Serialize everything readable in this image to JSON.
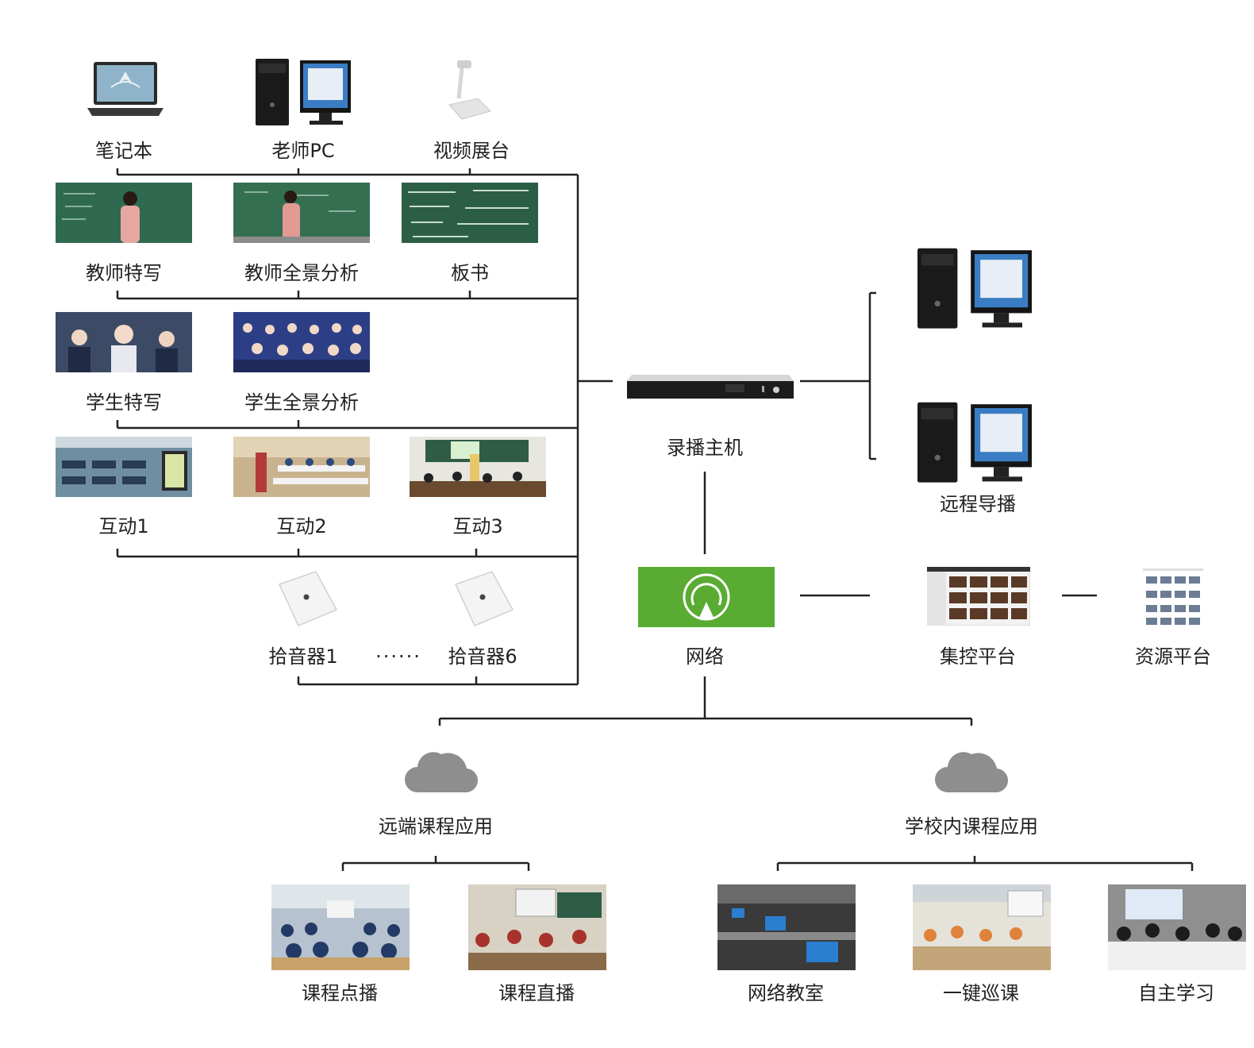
{
  "colors": {
    "line": "#222222",
    "network_green": "#5aab32",
    "cloud": "#8e8e8e",
    "chalkboard": "#2f6a50"
  },
  "sources": {
    "devices": [
      {
        "label": "笔记本",
        "icon": "laptop-icon"
      },
      {
        "label": "老师PC",
        "icon": "desktop-pc-icon"
      },
      {
        "label": "视频展台",
        "icon": "document-camera-icon"
      }
    ],
    "teacher_cams": [
      {
        "label": "教师特写"
      },
      {
        "label": "教师全景分析"
      },
      {
        "label": "板书"
      }
    ],
    "student_cams": [
      {
        "label": "学生特写"
      },
      {
        "label": "学生全景分析"
      }
    ],
    "interaction": [
      {
        "label": "互动1"
      },
      {
        "label": "互动2"
      },
      {
        "label": "互动3"
      }
    ],
    "mics": {
      "first": "拾音器1",
      "ellipsis": "······",
      "last": "拾音器6",
      "icon": "ceiling-microphone-icon"
    }
  },
  "recorder": {
    "label": "录播主机",
    "icon": "recording-host-icon"
  },
  "remote_director": {
    "label": "远程导播",
    "icon": "desktop-pc-icon"
  },
  "network": {
    "label": "网络",
    "icon": "network-wireless-icon"
  },
  "central_control": {
    "label": "集控平台"
  },
  "resource_platform": {
    "label": "资源平台"
  },
  "remote_apps": {
    "label": "远端课程应用",
    "items": [
      {
        "label": "课程点播"
      },
      {
        "label": "课程直播"
      }
    ]
  },
  "campus_apps": {
    "label": "学校内课程应用",
    "items": [
      {
        "label": "网络教室"
      },
      {
        "label": "一键巡课"
      },
      {
        "label": "自主学习"
      }
    ]
  }
}
